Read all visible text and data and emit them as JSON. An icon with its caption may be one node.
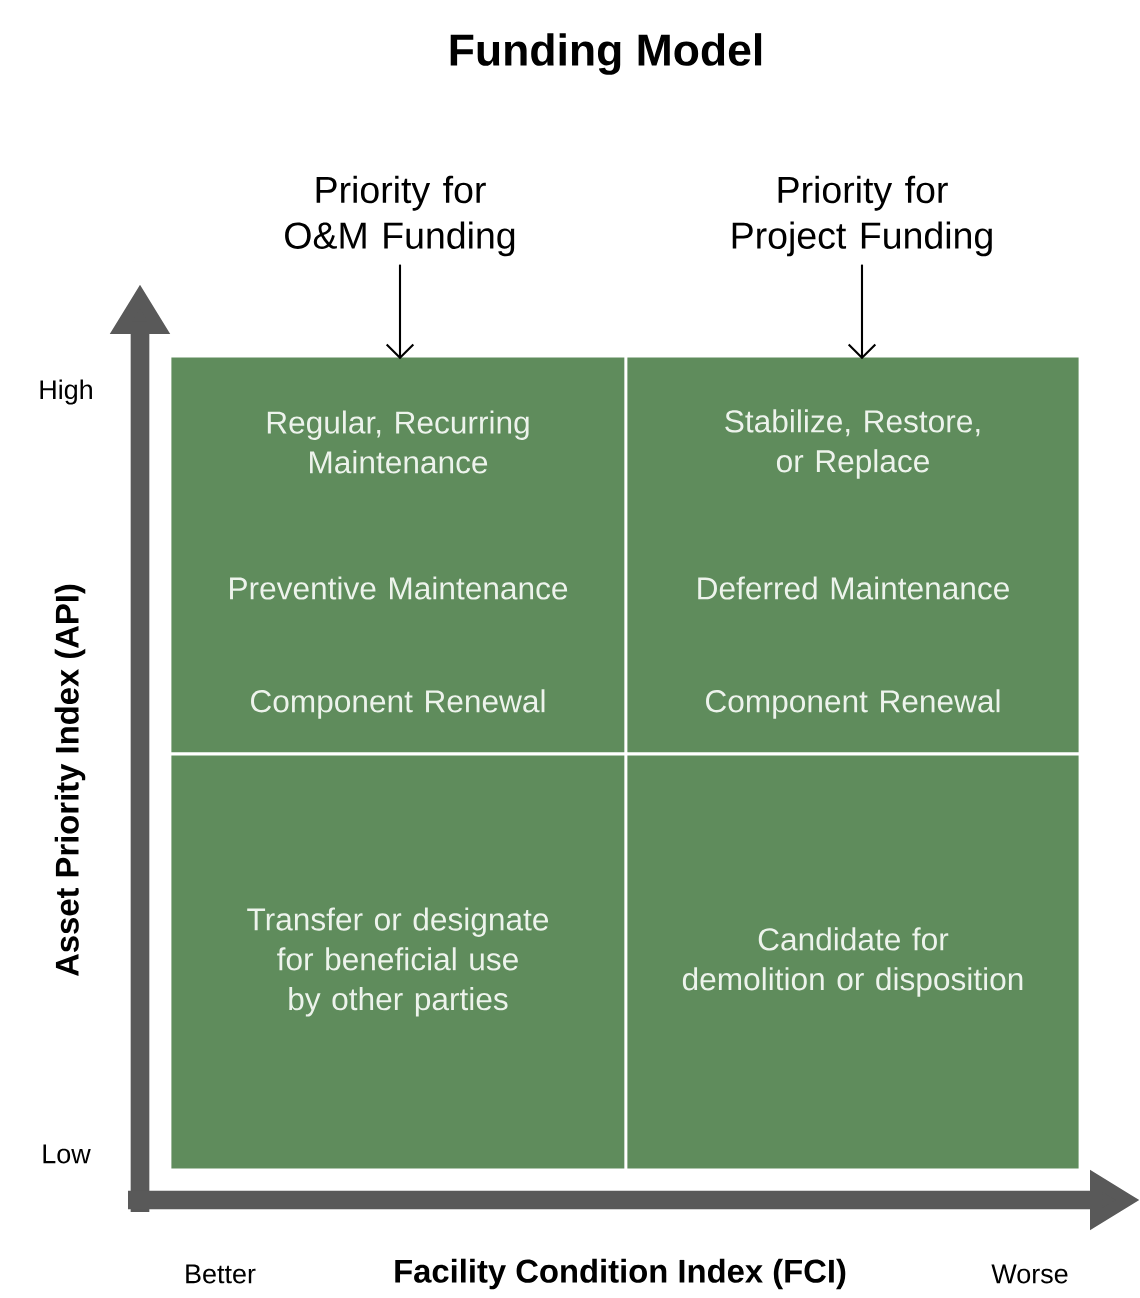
{
  "diagram": {
    "title": "Funding Model",
    "nodes": [
      {
        "text": [
          "Priority for O&M Funding"
        ]
      },
      {
        "text": [
          "Priority for Project Funding"
        ]
      },
      {
        "text": [
          "Regular, Recurring Maintenance",
          "Preventive Maintenance",
          "Component Renewal"
        ]
      },
      {
        "text": [
          "Stabilize, Restore, or Replace",
          "Deferred Maintenance",
          "Component Renewal"
        ]
      },
      {
        "text": [
          "Transfer or designate for beneficial use by other parties"
        ]
      },
      {
        "text": [
          "Candidate for demolition or disposition"
        ]
      }
    ],
    "edges": [
      {
        "from": 0,
        "to": 2,
        "arrow": "to"
      },
      {
        "from": 1,
        "to": 3,
        "arrow": "to"
      }
    ],
    "labels": [
      "High",
      "Asset Priority Index (API)",
      "Low",
      "Better",
      "Facility Condition Index (FCI)",
      "Worse"
    ]
  }
}
